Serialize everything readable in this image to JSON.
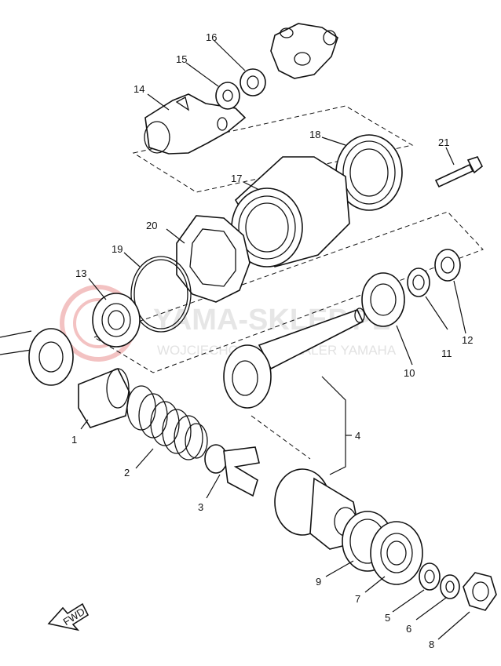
{
  "diagram": {
    "watermark": {
      "brand": "YAMA-SKLEP.PL",
      "tagline": "WOJCIECHOWSKI | DEALER YAMAHA",
      "color": "#e6e6e6",
      "logo_color": "#f3c2c2"
    },
    "direction_label": "FWD",
    "parts": [
      {
        "id": "1"
      },
      {
        "id": "2"
      },
      {
        "id": "3"
      },
      {
        "id": "4"
      },
      {
        "id": "5"
      },
      {
        "id": "6"
      },
      {
        "id": "7"
      },
      {
        "id": "8"
      },
      {
        "id": "9"
      },
      {
        "id": "10"
      },
      {
        "id": "11"
      },
      {
        "id": "12"
      },
      {
        "id": "13"
      },
      {
        "id": "14"
      },
      {
        "id": "15"
      },
      {
        "id": "16"
      },
      {
        "id": "17"
      },
      {
        "id": "18"
      },
      {
        "id": "19"
      },
      {
        "id": "20"
      },
      {
        "id": "21"
      }
    ]
  }
}
